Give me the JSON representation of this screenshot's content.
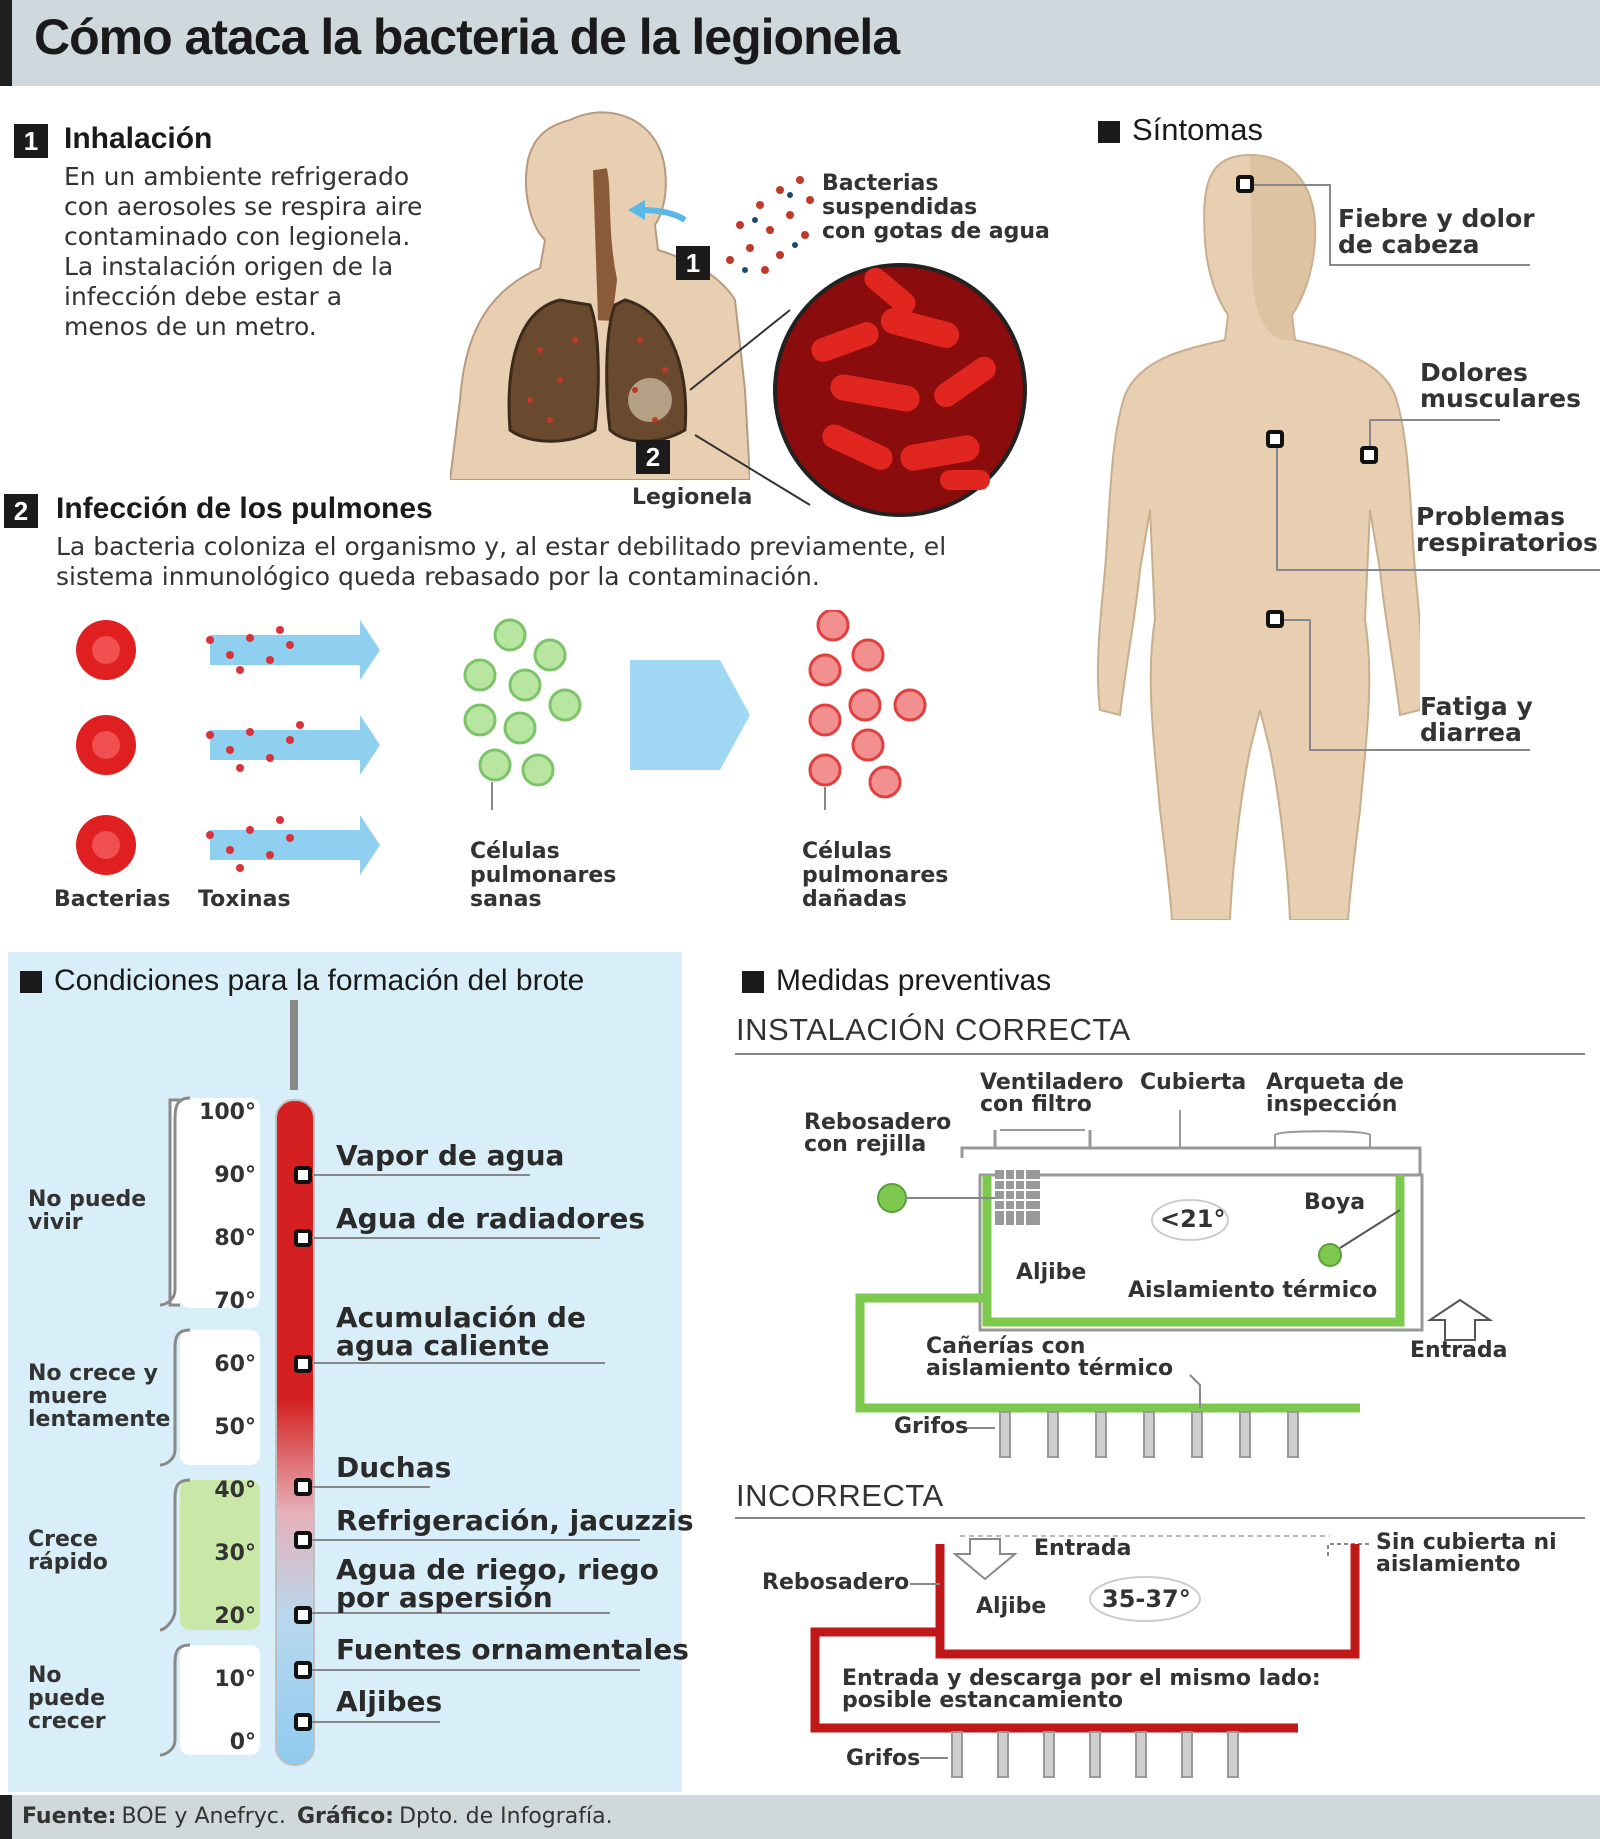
{
  "title": "Cómo ataca la bacteria de la legionela",
  "step1": {
    "number": "1",
    "title": "Inhalación",
    "text": [
      "En un ambiente refrigerado",
      "con aerosoles se respira aire",
      "contaminado con legionela.",
      "La instalación origen de la",
      "infección debe estar a",
      "menos de un metro."
    ],
    "bacteria_label": [
      "Bacterias",
      "suspendidas",
      "con gotas de agua"
    ],
    "marker1": "1",
    "marker2": "2",
    "legionela_label": "Legionela"
  },
  "step2": {
    "number": "2",
    "title": "Infección de los pulmones",
    "text": [
      "La bacteria coloniza el organismo y, al estar debilitado previamente, el",
      "sistema inmunológico queda rebasado por la contaminación."
    ],
    "labels": {
      "bacterias": "Bacterias",
      "toxinas": "Toxinas",
      "sanas": [
        "Células",
        "pulmonares",
        "sanas"
      ],
      "danadas": [
        "Células",
        "pulmonares",
        "dañadas"
      ]
    }
  },
  "symptoms": {
    "title": "Síntomas",
    "items": [
      [
        "Fiebre y dolor",
        "de cabeza"
      ],
      [
        "Dolores",
        "musculares"
      ],
      [
        "Problemas",
        "respiratorios"
      ],
      [
        "Fatiga y",
        "diarrea"
      ]
    ]
  },
  "conditions": {
    "title": "Condiciones para la formación del brote",
    "temps": [
      "100°",
      "90°",
      "80°",
      "70°",
      "60°",
      "50°",
      "40°",
      "30°",
      "20°",
      "10°",
      "0°"
    ],
    "zones": [
      [
        "No puede",
        "vivir"
      ],
      [
        "No crece y",
        "muere",
        "lentamente"
      ],
      [
        "Crece",
        "rápido"
      ],
      [
        "No",
        "puede",
        "crecer"
      ]
    ],
    "items": [
      [
        "Vapor de agua"
      ],
      [
        "Agua de radiadores"
      ],
      [
        "Acumulación de",
        "agua caliente"
      ],
      [
        "Duchas"
      ],
      [
        "Refrigeración, jacuzzis"
      ],
      [
        "Agua de riego, riego",
        "por aspersión"
      ],
      [
        "Fuentes ornamentales"
      ],
      [
        "Aljibes"
      ]
    ]
  },
  "prevention": {
    "title": "Medidas preventivas",
    "correct": {
      "heading": "INSTALACIÓN CORRECTA",
      "ventilador": [
        "Ventiladero",
        "con filtro"
      ],
      "cubierta": "Cubierta",
      "arqueta": [
        "Arqueta de",
        "inspección"
      ],
      "rebosadero": [
        "Rebosadero",
        "con rejilla"
      ],
      "temp": "<21°",
      "boya": "Boya",
      "aljibe": "Aljibe",
      "aislamiento": "Aislamiento térmico",
      "canerias": [
        "Cañerías con",
        "aislamiento térmico"
      ],
      "entrada": "Entrada",
      "grifos": "Grifos"
    },
    "incorrect": {
      "heading": "INCORRECTA",
      "entrada": "Entrada",
      "sin_cubierta": [
        "Sin cubierta ni",
        "aislamiento"
      ],
      "rebosadero": "Rebosadero",
      "aljibe": "Aljibe",
      "temp": "35-37°",
      "note": [
        "Entrada y descarga por el mismo lado:",
        "posible estancamiento"
      ],
      "grifos": "Grifos"
    }
  },
  "footer": {
    "fuente_label": "Fuente:",
    "fuente": "BOE y Anefryc.",
    "grafico_label": "Gráfico:",
    "grafico": "Dpto. de Infografía."
  }
}
